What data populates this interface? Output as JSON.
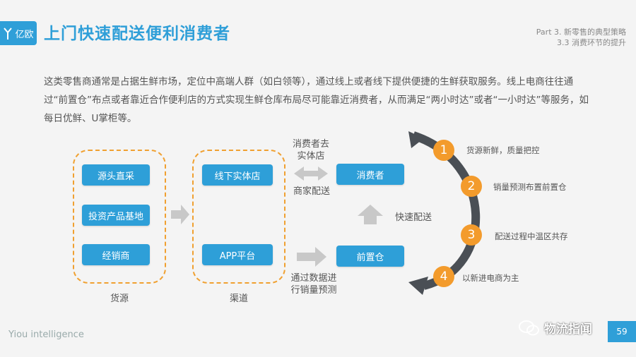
{
  "header": {
    "logo_text": "亿欧",
    "title": "上门快速配送便利消费者",
    "part_line1": "Part 3. 新零售的典型策略",
    "part_line2": "3.3 消费环节的提升"
  },
  "intro": "这类零售商通常是占据生鲜市场，定位中高端人群（如白领等），通过线上或者线下提供便捷的生鲜获取服务。线上电商往往通过“前置仓”布点或者靠近合作便利店的方式实现生鲜仓库布局尽可能靠近消费者，从而满足“两小时达”或者“一小时达”等服务，如每日优鲜、U掌柜等。",
  "sources": {
    "items": [
      "源头直采",
      "投资产品基地",
      "经销商"
    ],
    "caption": "货源"
  },
  "channels": {
    "items": [
      "线下实体店",
      "APP平台"
    ],
    "caption": "渠道"
  },
  "flow": {
    "consumer": "消费者",
    "warehouse": "前置仓",
    "to_store": "消费者去实体店",
    "merchant_delivery": "商家配送",
    "fast_delivery": "快速配送",
    "data_forecast": "通过数据进行销量预测"
  },
  "steps": [
    {
      "num": "1",
      "text": "货源新鲜，质量把控"
    },
    {
      "num": "2",
      "text": "销量预测布置前置仓"
    },
    {
      "num": "3",
      "text": "配送过程中温区共存"
    },
    {
      "num": "4",
      "text": "以新进电商为主"
    }
  ],
  "footer": {
    "brand": "Yiou intelligence",
    "wechat": "物流指闻",
    "page": "59"
  },
  "colors": {
    "accent": "#2f9fd8",
    "orange": "#f39b2c",
    "arc": "#4a4f55"
  }
}
